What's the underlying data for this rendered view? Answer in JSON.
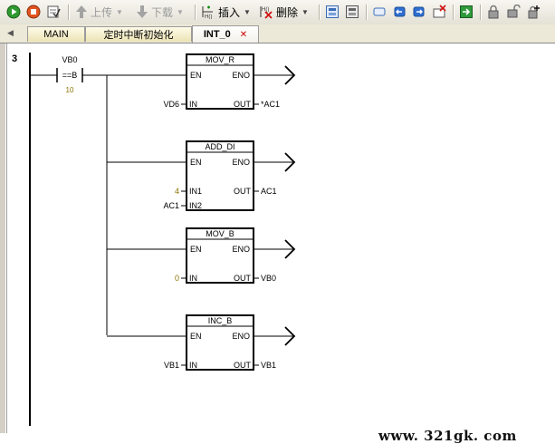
{
  "toolbar": {
    "upload_label": "上传",
    "download_label": "下载",
    "insert_label": "插入",
    "delete_label": "删除"
  },
  "tabs": [
    {
      "label": "MAIN"
    },
    {
      "label": "定时中断初始化"
    },
    {
      "label": "INT_0"
    }
  ],
  "network": {
    "number": "3",
    "contact": {
      "operand": "VB0",
      "op": "==B",
      "value": "10"
    },
    "blocks": [
      {
        "name": "MOV_R",
        "en": "EN",
        "eno": "ENO",
        "inputs": [
          {
            "pin": "IN",
            "operand": "VD6"
          }
        ],
        "outputs": [
          {
            "pin": "OUT",
            "operand": "*AC1"
          }
        ]
      },
      {
        "name": "ADD_DI",
        "en": "EN",
        "eno": "ENO",
        "inputs": [
          {
            "pin": "IN1",
            "operand": "4"
          },
          {
            "pin": "IN2",
            "operand": "AC1"
          }
        ],
        "outputs": [
          {
            "pin": "OUT",
            "operand": "AC1"
          }
        ]
      },
      {
        "name": "MOV_B",
        "en": "EN",
        "eno": "ENO",
        "inputs": [
          {
            "pin": "IN",
            "operand": "0"
          }
        ],
        "outputs": [
          {
            "pin": "OUT",
            "operand": "VB0"
          }
        ]
      },
      {
        "name": "INC_B",
        "en": "EN",
        "eno": "ENO",
        "inputs": [
          {
            "pin": "IN",
            "operand": "VB1"
          }
        ],
        "outputs": [
          {
            "pin": "OUT",
            "operand": "VB1"
          }
        ]
      }
    ]
  },
  "watermark": "www. 321gk. com",
  "colors": {
    "constant": "#8c7400",
    "tab_close": "#cc0000"
  }
}
